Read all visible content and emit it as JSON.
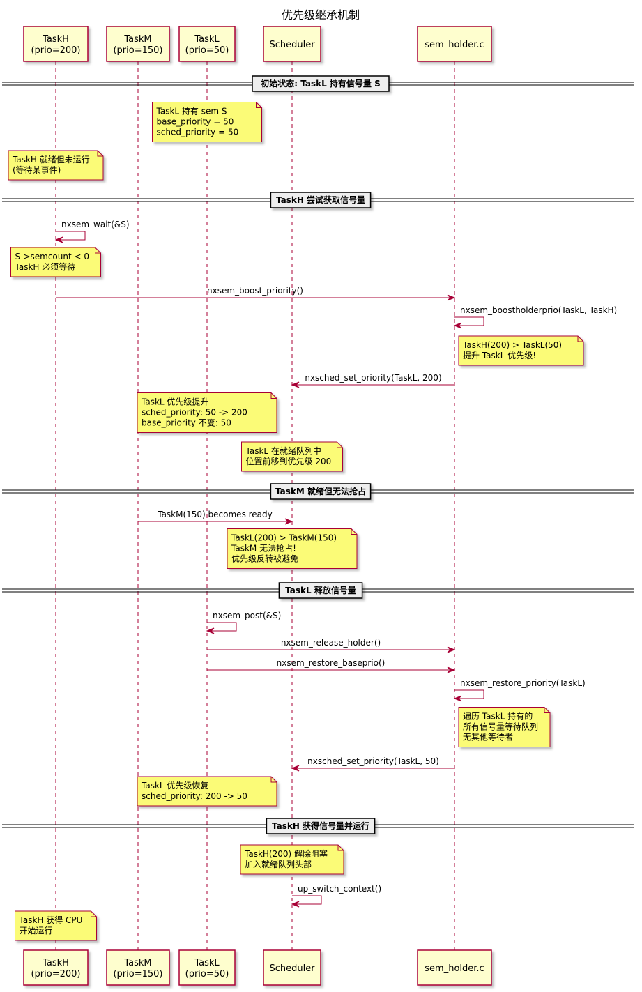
{
  "title": "优先级继承机制",
  "participants": [
    {
      "id": "taskh",
      "lines": [
        "TaskH",
        "(prio=200)"
      ]
    },
    {
      "id": "taskm",
      "lines": [
        "TaskM",
        "(prio=150)"
      ]
    },
    {
      "id": "taskl",
      "lines": [
        "TaskL",
        "(prio=50)"
      ]
    },
    {
      "id": "scheduler",
      "lines": [
        "Scheduler"
      ]
    },
    {
      "id": "semholder",
      "lines": [
        "sem_holder.c"
      ]
    }
  ],
  "events": [
    {
      "kind": "divider",
      "text": "初始状态: TaskL 持有信号量 S"
    },
    {
      "kind": "note",
      "over": "taskl",
      "lines": [
        "TaskL 持有 sem S",
        "base_priority = 50",
        "sched_priority = 50"
      ]
    },
    {
      "kind": "note",
      "over": "taskh",
      "lines": [
        "TaskH 就绪但未运行",
        "(等待某事件)"
      ]
    },
    {
      "kind": "divider",
      "text": "TaskH 尝试获取信号量"
    },
    {
      "kind": "self",
      "at": "taskh",
      "text": "nxsem_wait(&S)"
    },
    {
      "kind": "note",
      "over": "taskh",
      "lines": [
        "S->semcount < 0",
        "TaskH 必须等待"
      ]
    },
    {
      "kind": "message",
      "from": "taskh",
      "to": "semholder",
      "text": "nxsem_boost_priority()"
    },
    {
      "kind": "self",
      "at": "semholder",
      "text": "nxsem_boostholderprio(TaskL, TaskH)"
    },
    {
      "kind": "note",
      "right_of": "semholder",
      "lines": [
        "TaskH(200) > TaskL(50)",
        "提升 TaskL 优先级!"
      ]
    },
    {
      "kind": "message",
      "from": "semholder",
      "to": "scheduler",
      "text": "nxsched_set_priority(TaskL, 200)"
    },
    {
      "kind": "note",
      "over": "taskl",
      "lines": [
        "TaskL 优先级提升",
        "sched_priority: 50 -> 200",
        "base_priority 不变: 50"
      ]
    },
    {
      "kind": "note",
      "over": "scheduler",
      "lines": [
        "TaskL 在就绪队列中",
        "位置前移到优先级 200"
      ]
    },
    {
      "kind": "divider",
      "text": "TaskM 就绪但无法抢占"
    },
    {
      "kind": "message",
      "from": "taskm",
      "to": "scheduler",
      "text": "TaskM(150) becomes ready"
    },
    {
      "kind": "note",
      "over": "scheduler",
      "lines": [
        "TaskL(200) > TaskM(150)",
        "TaskM 无法抢占!",
        "优先级反转被避免"
      ]
    },
    {
      "kind": "divider",
      "text": "TaskL 释放信号量"
    },
    {
      "kind": "self",
      "at": "taskl",
      "text": "nxsem_post(&S)"
    },
    {
      "kind": "message",
      "from": "taskl",
      "to": "semholder",
      "text": "nxsem_release_holder()"
    },
    {
      "kind": "message",
      "from": "taskl",
      "to": "semholder",
      "text": "nxsem_restore_baseprio()"
    },
    {
      "kind": "self",
      "at": "semholder",
      "text": "nxsem_restore_priority(TaskL)"
    },
    {
      "kind": "note",
      "right_of": "semholder",
      "lines": [
        "遍历 TaskL 持有的",
        "所有信号量等待队列",
        "无其他等待者"
      ]
    },
    {
      "kind": "message",
      "from": "semholder",
      "to": "scheduler",
      "text": "nxsched_set_priority(TaskL, 50)"
    },
    {
      "kind": "note",
      "over": "taskl",
      "lines": [
        "TaskL 优先级恢复",
        "sched_priority: 200 -> 50"
      ]
    },
    {
      "kind": "divider",
      "text": "TaskH 获得信号量并运行"
    },
    {
      "kind": "note",
      "over": "scheduler",
      "lines": [
        "TaskH(200) 解除阻塞",
        "加入就绪队列头部"
      ]
    },
    {
      "kind": "self",
      "at": "scheduler",
      "text": "up_switch_context()"
    },
    {
      "kind": "note",
      "over": "taskh",
      "lines": [
        "TaskH 获得 CPU",
        "开始运行"
      ]
    }
  ]
}
